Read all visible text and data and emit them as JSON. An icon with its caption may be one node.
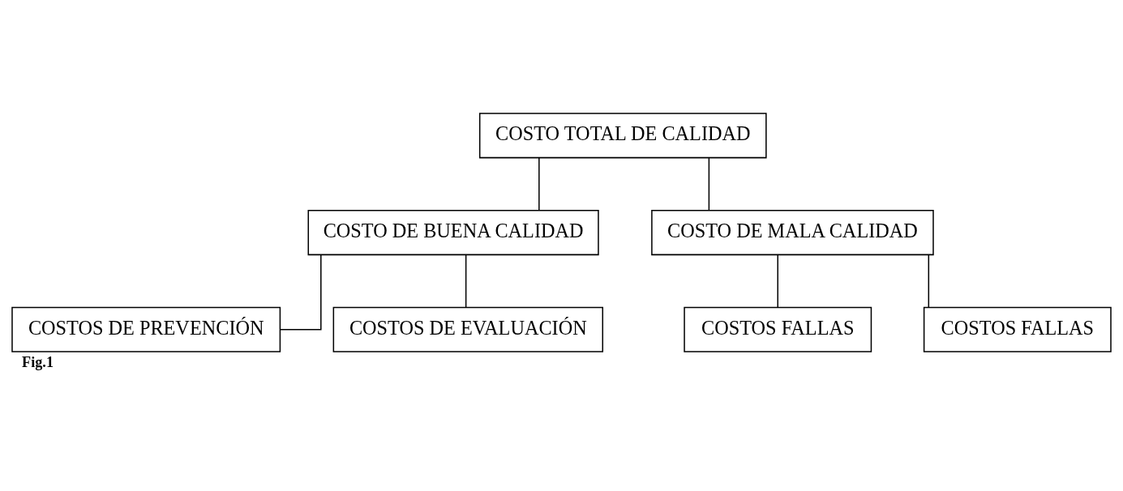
{
  "diagram": {
    "caption": "Fig.1",
    "nodes": [
      {
        "text": [
          "COSTO TOTAL DE CALIDAD"
        ]
      },
      {
        "text": [
          "COSTO DE BUENA CALIDAD"
        ]
      },
      {
        "text": [
          "COSTO DE MALA CALIDAD"
        ]
      },
      {
        "text": [
          "COSTOS DE PREVENCIÓN"
        ]
      },
      {
        "text": [
          "COSTOS DE EVALUACIÓN"
        ]
      },
      {
        "text": [
          "COSTOS FALLAS"
        ]
      },
      {
        "text": [
          "COSTOS FALLAS"
        ]
      }
    ],
    "edges": [
      {
        "from": 0,
        "to": 1,
        "arrow": "none"
      },
      {
        "from": 0,
        "to": 2,
        "arrow": "none"
      },
      {
        "from": 1,
        "to": 3,
        "arrow": "none"
      },
      {
        "from": 1,
        "to": 4,
        "arrow": "none"
      },
      {
        "from": 2,
        "to": 5,
        "arrow": "none"
      },
      {
        "from": 2,
        "to": 6,
        "arrow": "none"
      }
    ]
  }
}
